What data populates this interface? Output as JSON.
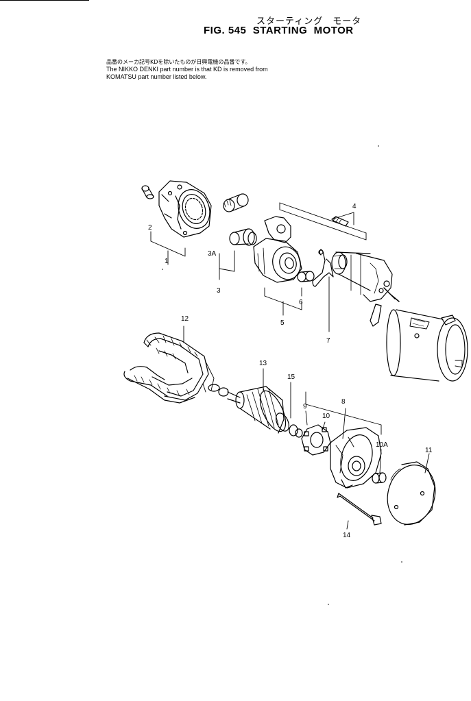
{
  "header": {
    "title_jp": "スターティング　モータ",
    "title": "FIG. 545  STARTING  MOTOR"
  },
  "notes": {
    "jp": "品番のメーカ記号KDを除いたものが日興電機の品番です。",
    "line1": "The NIKKO DENKI part number is that KD is removed from",
    "line2": "KOMATSU part number listed below."
  },
  "callouts": {
    "c1": "1",
    "c2": "2",
    "c3": "3",
    "c3a": "3A",
    "c4": "4",
    "c5": "5",
    "c6": "6",
    "c7": "7",
    "c8": "8",
    "c9": "9",
    "c10": "10",
    "c10a": "10A",
    "c11": "11",
    "c12": "12",
    "c13": "13",
    "c14": "14",
    "c15": "15"
  }
}
